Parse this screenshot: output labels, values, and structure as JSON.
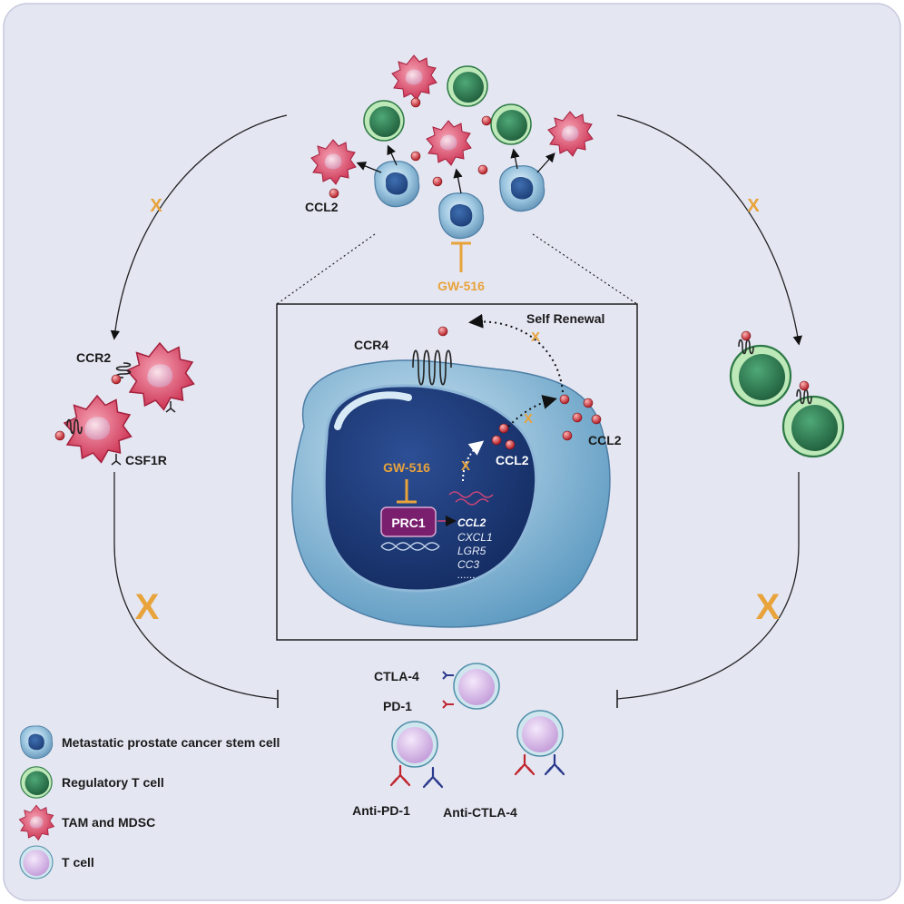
{
  "labels": {
    "ccl2_top": "CCL2",
    "gw516_top": "GW-516",
    "ccr2": "CCR2",
    "csf1r": "CSF1R",
    "ccr4": "CCR4",
    "self_renewal": "Self Renewal",
    "ccl2_inside": "CCL2",
    "ccl2_right": "CCL2",
    "gw516_inside": "GW-516",
    "prc1": "PRC1",
    "ctla4": "CTLA-4",
    "pd1": "PD-1",
    "anti_pd1": "Anti-PD-1",
    "anti_ctla4": "Anti-CTLA-4",
    "x_mark": "X"
  },
  "genes": [
    "CCL2",
    "CXCL1",
    "LGR5",
    "CC3",
    "......"
  ],
  "legend": [
    {
      "label": "Metastatic prostate cancer stem cell",
      "icon": "stem-cell-icon"
    },
    {
      "label": "Regulatory T cell",
      "icon": "treg-icon"
    },
    {
      "label": "TAM and MDSC",
      "icon": "tam-icon"
    },
    {
      "label": "T cell",
      "icon": "t-cell-icon"
    }
  ],
  "colors": {
    "background": "#e4e6f2",
    "accent_orange": "#e8a33b",
    "ccl2_dot": "#c0262f",
    "stem_cell": "#8ab8d6",
    "treg": "#2f8a57",
    "tam": "#d63e5a",
    "t_cell": "#d9b8ec",
    "prc1": "#7a1f6e"
  }
}
